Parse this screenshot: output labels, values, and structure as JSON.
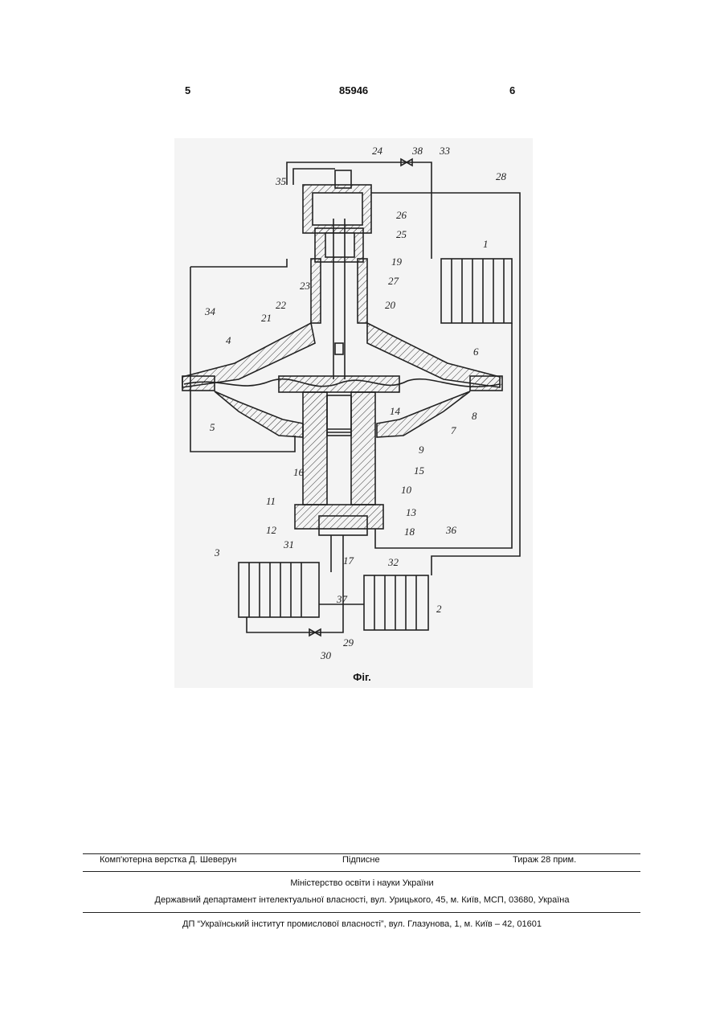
{
  "header": {
    "left_page": "5",
    "patent_number": "85946",
    "right_page": "6"
  },
  "figure": {
    "caption": "Фіг.",
    "labels": [
      "24",
      "38",
      "33",
      "35",
      "28",
      "26",
      "25",
      "1",
      "19",
      "23",
      "27",
      "34",
      "22",
      "20",
      "21",
      "4",
      "6",
      "8",
      "14",
      "5",
      "7",
      "9",
      "16",
      "15",
      "10",
      "11",
      "13",
      "12",
      "18",
      "3",
      "31",
      "17",
      "36",
      "32",
      "37",
      "2",
      "30",
      "29"
    ]
  },
  "footer": {
    "layout_credit": "Комп'ютерна верстка Д. Шеверун",
    "signed": "Підписне",
    "circulation": "Тираж 28 прим.",
    "ministry": "Міністерство освіти і науки України",
    "department": "Державний департамент інтелектуальної власності, вул. Урицького, 45, м. Київ, МСП, 03680, Україна",
    "institute": "ДП “Український інститут промислової власності”, вул. Глазунова, 1, м. Київ – 42, 01601"
  }
}
